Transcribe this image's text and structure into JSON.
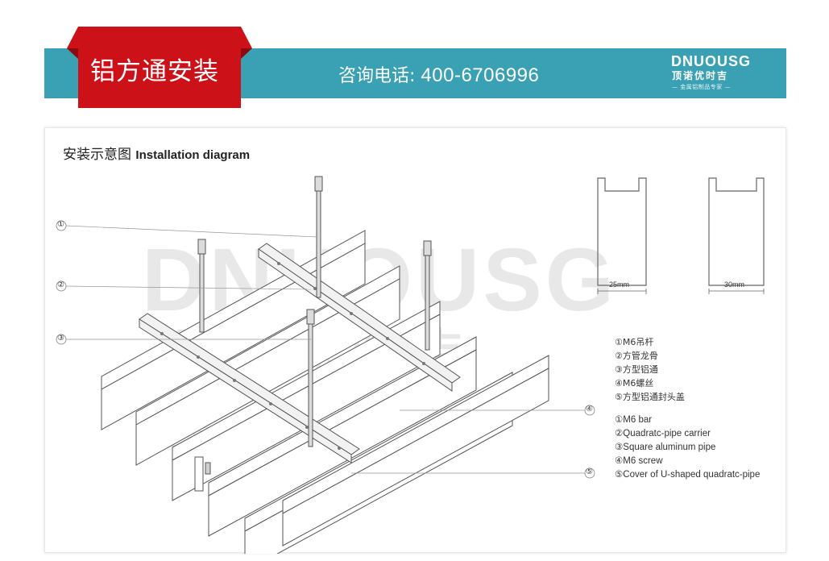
{
  "header": {
    "tab_title": "铝方通安装",
    "hotline": "咨询电话: ",
    "hotline_number": "400-6706996",
    "brand_en": "DNUOUSG",
    "brand_cn": "顶诺优时吉",
    "brand_slogan": "— 金属铝制品专家 —",
    "colors": {
      "banner": "#3aa0b4",
      "tab": "#cc1118"
    }
  },
  "diagram": {
    "title_cn": "安装示意图",
    "title_en": "Installation diagram",
    "callouts": [
      "①",
      "②",
      "③",
      "④",
      "⑤"
    ],
    "profiles": [
      {
        "width_label": "25mm"
      },
      {
        "width_label": "30mm"
      }
    ],
    "legend_cn": [
      "①M6吊杆",
      "②方管龙骨",
      "③方型铝通",
      "④M6螺丝",
      "⑤方型铝通封头盖"
    ],
    "legend_en": [
      "①M6  bar",
      "②Quadratc-pipe carrier",
      "③Square aluminum pipe",
      "④M6 screw",
      "⑤Cover of U-shaped  quadratc-pipe"
    ],
    "watermark_en": "DNUOUSG",
    "watermark_cn": "顶诺优时吉",
    "watermark_slogan": "金属铝制品专家"
  }
}
